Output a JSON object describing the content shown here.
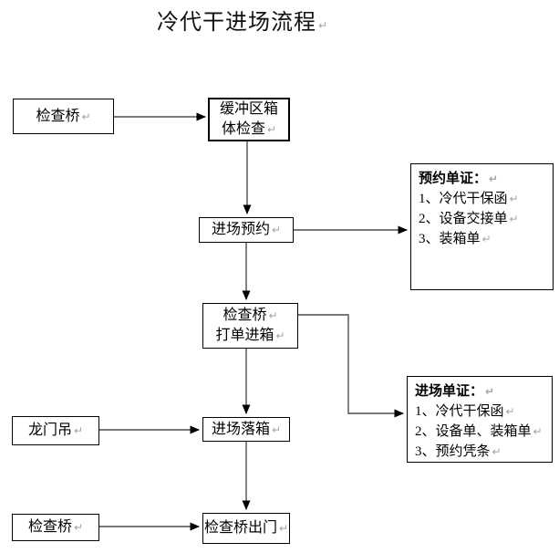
{
  "page": {
    "title": "冷代干进场流程"
  },
  "marks": {
    "return": "↵"
  },
  "nodes": {
    "check_bridge_top": {
      "label": "检查桥"
    },
    "buffer_zone_check": {
      "line1": "缓冲区箱",
      "line2": "体检查"
    },
    "entry_reservation": {
      "label": "进场预约"
    },
    "check_bridge_print": {
      "line1": "检查桥",
      "line2": "打单进箱"
    },
    "gantry_crane": {
      "label": "龙门吊"
    },
    "entry_drop_box": {
      "label": "进场落箱"
    },
    "check_bridge_bottom": {
      "label": "检查桥"
    },
    "check_bridge_exit": {
      "label": "检查桥出门"
    }
  },
  "doc_boxes": {
    "reservation_docs": {
      "title": "预约单证：",
      "items": [
        "1、冷代干保函",
        "2、设备交接单",
        "3、装箱单"
      ]
    },
    "entry_docs": {
      "title": "进场单证：",
      "items": [
        "1、冷代干保函",
        "2、设备单、装箱单",
        "3、预约凭条"
      ]
    }
  },
  "colors": {
    "line": "#4d4d4d",
    "arrowhead": "#000000",
    "border": "#000000",
    "text": "#000000",
    "return_mark": "#a3a3a3"
  }
}
